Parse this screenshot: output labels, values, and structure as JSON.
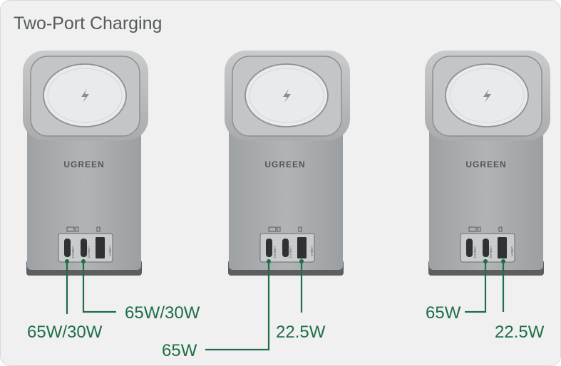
{
  "title": "Two-Port Charging",
  "brand": "UGREEN",
  "port_labels": [
    "USB-C1",
    "USB-C2",
    "USB-A"
  ],
  "icons": {
    "wireless": "lightning-bolt-icon"
  },
  "colors": {
    "accent": "#1e6e48",
    "device": "#a7a9ab",
    "background": "#f0f0f0"
  },
  "configurations": [
    {
      "labels": {
        "c1": "65W/30W",
        "c2": "65W/30W"
      }
    },
    {
      "labels": {
        "c1": "65W",
        "a": "22.5W"
      }
    },
    {
      "labels": {
        "c2": "65W",
        "a": "22.5W"
      }
    }
  ]
}
